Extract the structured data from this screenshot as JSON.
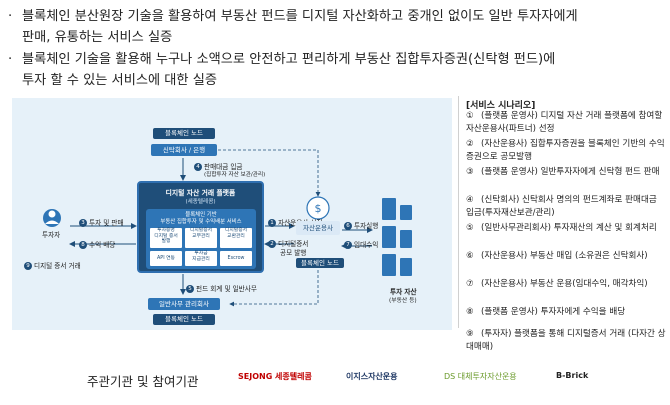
{
  "bullets": [
    {
      "line1": "블록체인 분산원장 기술을 활용하여 부동산 펀드를 디지털 자산화하고 중개인 없이도 일반 투자자에게",
      "line2": "판매, 유통하는 서비스 실증"
    },
    {
      "line1": "블록체인 기술을 활용해 누구나 소액으로 안전하고 편리하게 부동산 집합투자증권(신탁형 펀드)에",
      "line2": "투자 할 수 있는 서비스에 대한 실증"
    }
  ],
  "diagram": {
    "node_top": "블록체인 노드",
    "trust_bank": "신탁회사 / 은행",
    "platform_title": "디지털 자산 거래 플랫폼",
    "platform_sub": "(세종텔레콤)",
    "inner_title": "블록체인 기반\n부동산 집합투자 및 수익배분 서비스",
    "cells": [
      "투자증명\n디지털 증서\n발행",
      "디지털증서\n교부관리",
      "디지털증서\n교환관리",
      "API 연동",
      "투자금\n지급관리",
      "Escrow"
    ],
    "admin": "일반사무 관리회사",
    "node_bottom": "블록체인 노드",
    "asset_mgr": "자산운용사",
    "asset_node": "블록체인 노드",
    "investor": "투자자",
    "real_estate": "투자 자산",
    "real_estate_sub": "(부동산 등)",
    "steps": {
      "s4": "판매대금 입금",
      "s4_sub": "(집합투자 자산 보관/관리)",
      "s1": "자산운용사 선정",
      "s2": "디지털증서",
      "s2b": "공모 발행",
      "s3": "투자 및 판매",
      "s8": "수익 배당",
      "s9": "디지털 증서 거래",
      "s5": "펀드 회계 및 일반사무",
      "s6": "투자실행",
      "s7": "임대수익"
    },
    "step_nums": {
      "s1": "1",
      "s2": "2",
      "s3": "3",
      "s4": "4",
      "s5": "5",
      "s6": "6",
      "s7": "7",
      "s8": "8",
      "s9": "9"
    }
  },
  "scenario": {
    "title": "[서비스 시나리오]",
    "items": [
      {
        "n": "①",
        "text": "(플랫폼 운영사) 디지털 자산 거래 플랫폼에 참여할 자산운용사(파트너) 선정"
      },
      {
        "n": "②",
        "text": "(자산운용사) 집합투자증권을 블록체인 기반의 수익증권으로 공모발행"
      },
      {
        "n": "③",
        "text": "(플랫폼 운영사) 일반투자자에게 신탁형 펀드 판매"
      },
      {
        "n": "④",
        "text": "(신탁회사) 신탁회사 명의의 펀드계좌로 판매대금 입금(투자재산보관/관리)"
      },
      {
        "n": "⑤",
        "text": "(일반사무관리회사) 투자재산의 계산 및 회계처리"
      },
      {
        "n": "⑥",
        "text": "(자산운용사) 부동산 매입 (소유권은 신탁회사)"
      },
      {
        "n": "⑦",
        "text": "(자산운용사) 부동산 운용(임대수익, 매각차익)"
      },
      {
        "n": "⑧",
        "text": "(플랫폼 운영사) 투자자에게 수익을 배당"
      },
      {
        "n": "⑨",
        "text": "(투자자) 플랫폼을 통해 디지털증서 거래 (다자간 상대매매)"
      }
    ]
  },
  "footer": {
    "label": "주관기관 및 참여기관",
    "logos": [
      "SEJONG 세종텔레콤",
      "이지스자산운용",
      "DS 대체투자자산운용",
      "B-Brick"
    ]
  },
  "colors": {
    "dark": "#1f4e79",
    "mid": "#2e75b6",
    "panel": "#e6f1f9"
  }
}
